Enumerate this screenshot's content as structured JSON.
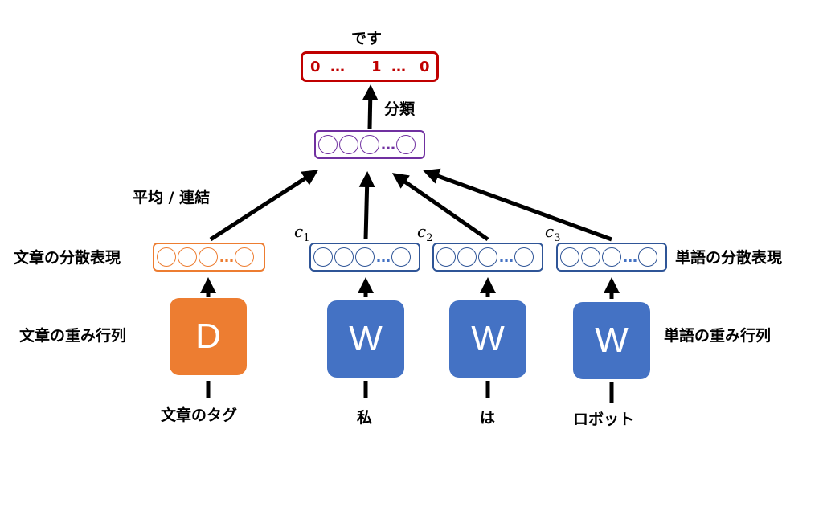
{
  "output": {
    "title": "です",
    "one_hot": [
      "0",
      "…",
      "1",
      "…",
      "0"
    ]
  },
  "classify_label": "分類",
  "combine_label": "平均 / 連結",
  "doc_vector_label": "文章の分散表現",
  "word_vector_label": "単語の分散表現",
  "doc_matrix_label": "文章の重み行列",
  "word_matrix_label": "単語の重み行列",
  "doc_matrix_letter": "D",
  "word_matrix_letter": "W",
  "inputs": {
    "doc_tag": "文章のタグ",
    "words": [
      "私",
      "は",
      "ロボット"
    ]
  },
  "context_labels": [
    {
      "base": "c",
      "sub": "1"
    },
    {
      "base": "c",
      "sub": "2"
    },
    {
      "base": "c",
      "sub": "3"
    }
  ],
  "vector_ellipsis": "…",
  "colors": {
    "word": "#4472c4",
    "word_border": "#2f5597",
    "doc": "#ed7d31",
    "hidden": "#7030a0",
    "output": "#c00000"
  }
}
